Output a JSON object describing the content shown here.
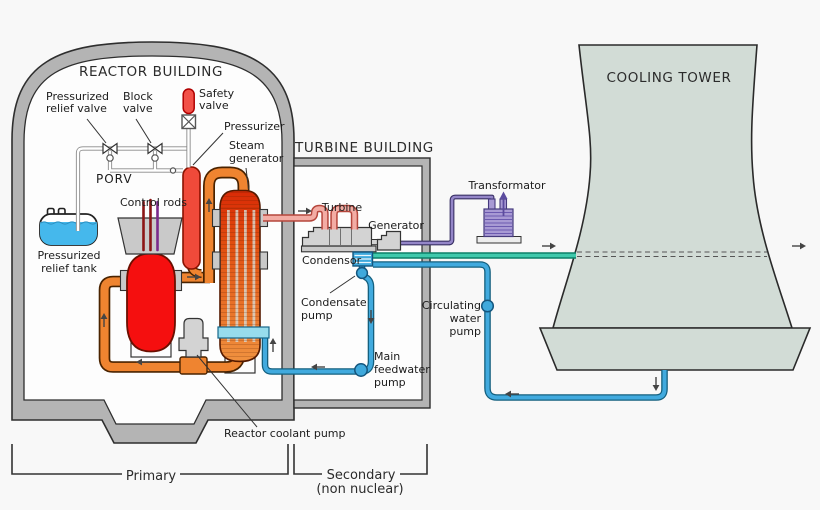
{
  "titles": {
    "reactor_building": "REACTOR BUILDING",
    "turbine_building": "TURBINE BUILDING",
    "cooling_tower": "COOLING TOWER"
  },
  "reactor": {
    "pressurized_relief_valve": [
      "Pressurized",
      "relief valve"
    ],
    "block_valve": [
      "Block",
      "valve"
    ],
    "safety_valve": [
      "Safety",
      "valve"
    ],
    "pressurizer": "Pressurizer",
    "steam_generator": [
      "Steam",
      "generator"
    ],
    "porv": "PORV",
    "control_rods": "Control rods",
    "pressurized_relief_tank": [
      "Pressurized",
      "relief tank"
    ],
    "reactor_coolant_pump": "Reactor coolant pump"
  },
  "turbine_hall": {
    "turbine": "Turbine",
    "generator": "Generator",
    "condensor": "Condensor",
    "condensate_pump": [
      "Condensate",
      "pump"
    ],
    "main_feedwater_pump": [
      "Main",
      "feedwater",
      "pump"
    ]
  },
  "site": {
    "transformator": "Transformator",
    "circulating_water_pump": [
      "Circulating",
      "water",
      "pump"
    ]
  },
  "legend": {
    "primary": "Primary",
    "secondary": [
      "Secondary",
      "(non nuclear)"
    ]
  },
  "colors": {
    "background": "#f8f8f8",
    "wall_gray": "#b4b4b4",
    "interior_white": "#fdfdfd",
    "reactor_red": "#f50f0f",
    "pressurizer_red": "#f04a3a",
    "safety_valve_red": "#f25048",
    "primary_pipe_orange": "#ef8430",
    "steam_pipe_pink": "#f3aca4",
    "steam_generator_orange": "#e96a1e",
    "feedwater_blue": "#41aade",
    "feedwater_ring_cyan": "#97dcec",
    "cooling_teal": "#3fc9ac",
    "electric_purple": "#9486c8",
    "transformer_purple": "#a89ad4",
    "machine_gray": "#d3d3d3",
    "condenser_blue": "#3fa9dc",
    "tank_water_blue": "#45b8ec",
    "cooling_tower_sage": "#d2dcd6",
    "control_rod_maroon": "#8b1515",
    "control_rod_purple": "#7b2a8b",
    "arrow_gray": "#444444"
  }
}
